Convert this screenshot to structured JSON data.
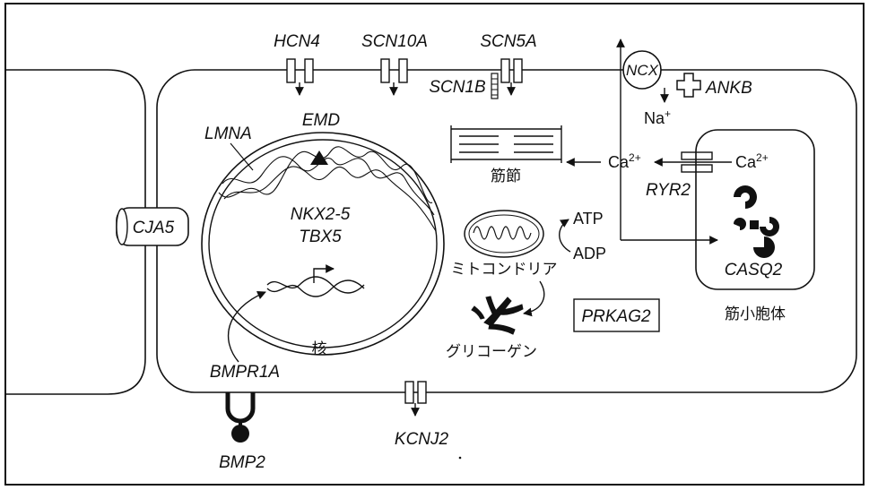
{
  "genes": {
    "hcn4": "HCN4",
    "scn10a": "SCN10A",
    "scn5a": "SCN5A",
    "scn1b": "SCN1B",
    "ncx": "NCX",
    "ankb": "ANKB",
    "lmna": "LMNA",
    "emd": "EMD",
    "nkx25": "NKX2-5",
    "tbx5": "TBX5",
    "cja5": "CJA5",
    "ryr2": "RYR2",
    "casq2": "CASQ2",
    "prkag2": "PRKAG2",
    "bmpr1a": "BMPR1A",
    "bmp2": "BMP2",
    "kcnj2": "KCNJ2"
  },
  "ions": {
    "na_base": "Na",
    "na_charge": "+",
    "ca_base": "Ca",
    "ca_charge": "2+",
    "atp": "ATP",
    "adp": "ADP"
  },
  "labels": {
    "sarcomere": "筋節",
    "mitochondria": "ミトコンドリア",
    "nucleus": "核",
    "glycogen": "グリコーゲン",
    "sarcoplasmic_reticulum": "筋小胞体"
  },
  "colors": {
    "stroke": "#111111",
    "background": "#ffffff"
  }
}
